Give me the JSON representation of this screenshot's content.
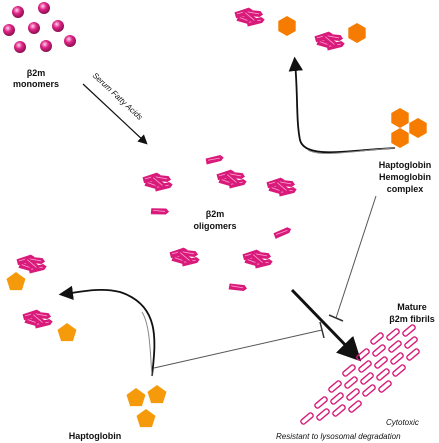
{
  "labels": {
    "monomers_line1": "β2m",
    "monomers_line2": "monomers",
    "serum_fatty_acids": "Serum Fatty Acids",
    "oligomers_line1": "β2m",
    "oligomers_line2": "oligomers",
    "hap_hb_line1": "Haptoglobin",
    "hap_hb_line2": "Hemoglobin",
    "hap_hb_line3": "complex",
    "mature_line1": "Mature",
    "mature_line2": "β2m fibrils",
    "cytotoxic": "Cytotoxic",
    "resistant": "Resistant to lysosomal degradation",
    "haptoglobin": "Haptoglobin"
  },
  "colors": {
    "magenta": "#d81b7a",
    "orange": "#f57c00",
    "arrow": "#111111",
    "inhibit_line": "#555555"
  },
  "icons": {
    "monomer": "monomer-circle-icon",
    "oligomer": "oligomer-cluster-icon",
    "haptoglobin": "haptoglobin-pentagon-icon",
    "hemoglobin_complex": "hemoglobin-hexagon-icon",
    "fibril": "fibril-rod-icon"
  }
}
